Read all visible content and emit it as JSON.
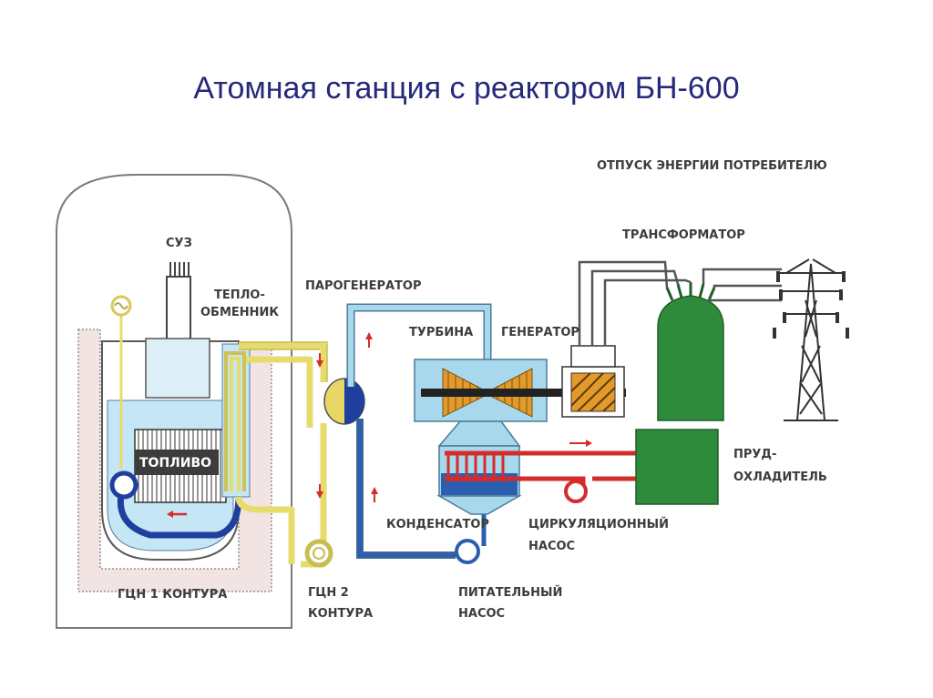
{
  "title": "Атомная станция с реактором БН-600",
  "labels": {
    "energy_output": "ОТПУСК ЭНЕРГИИ ПОТРЕБИТЕЛЮ",
    "transformer": "ТРАНСФОРМАТОР",
    "cps": "СУЗ",
    "heat_exchanger_1": "ТЕПЛО-",
    "heat_exchanger_2": "ОБМЕННИК",
    "steam_generator": "ПАРОГЕНЕРАТОР",
    "turbine": "ТУРБИНА",
    "generator": "ГЕНЕРАТОР",
    "fuel": "ТОПЛИВО",
    "cooling_pond_1": "ПРУД-",
    "cooling_pond_2": "ОХЛАДИТЕЛЬ",
    "condenser": "КОНДЕНСАТОР",
    "circ_pump_1": "ЦИРКУЛЯЦИОННЫЙ",
    "circ_pump_2": "НАСОС",
    "mcp1": "ГЦН 1 КОНТУРА",
    "mcp2_1": "ГЦН 2",
    "mcp2_2": "КОНТУРА",
    "feed_pump_1": "ПИТАТЕЛЬНЫЙ",
    "feed_pump_2": "НАСОС"
  },
  "colors": {
    "title": "#24297a",
    "primary_loop": "#1e3f9e",
    "secondary_loop": "#e6dc6e",
    "steam_water": "#a8d8ec",
    "condensate": "#2a5fb0",
    "cooling_water": "#d52b2b",
    "generator_core": "#e39a2a",
    "transformer_green": "#2e8b3c",
    "containment": "#f3e4e4"
  }
}
